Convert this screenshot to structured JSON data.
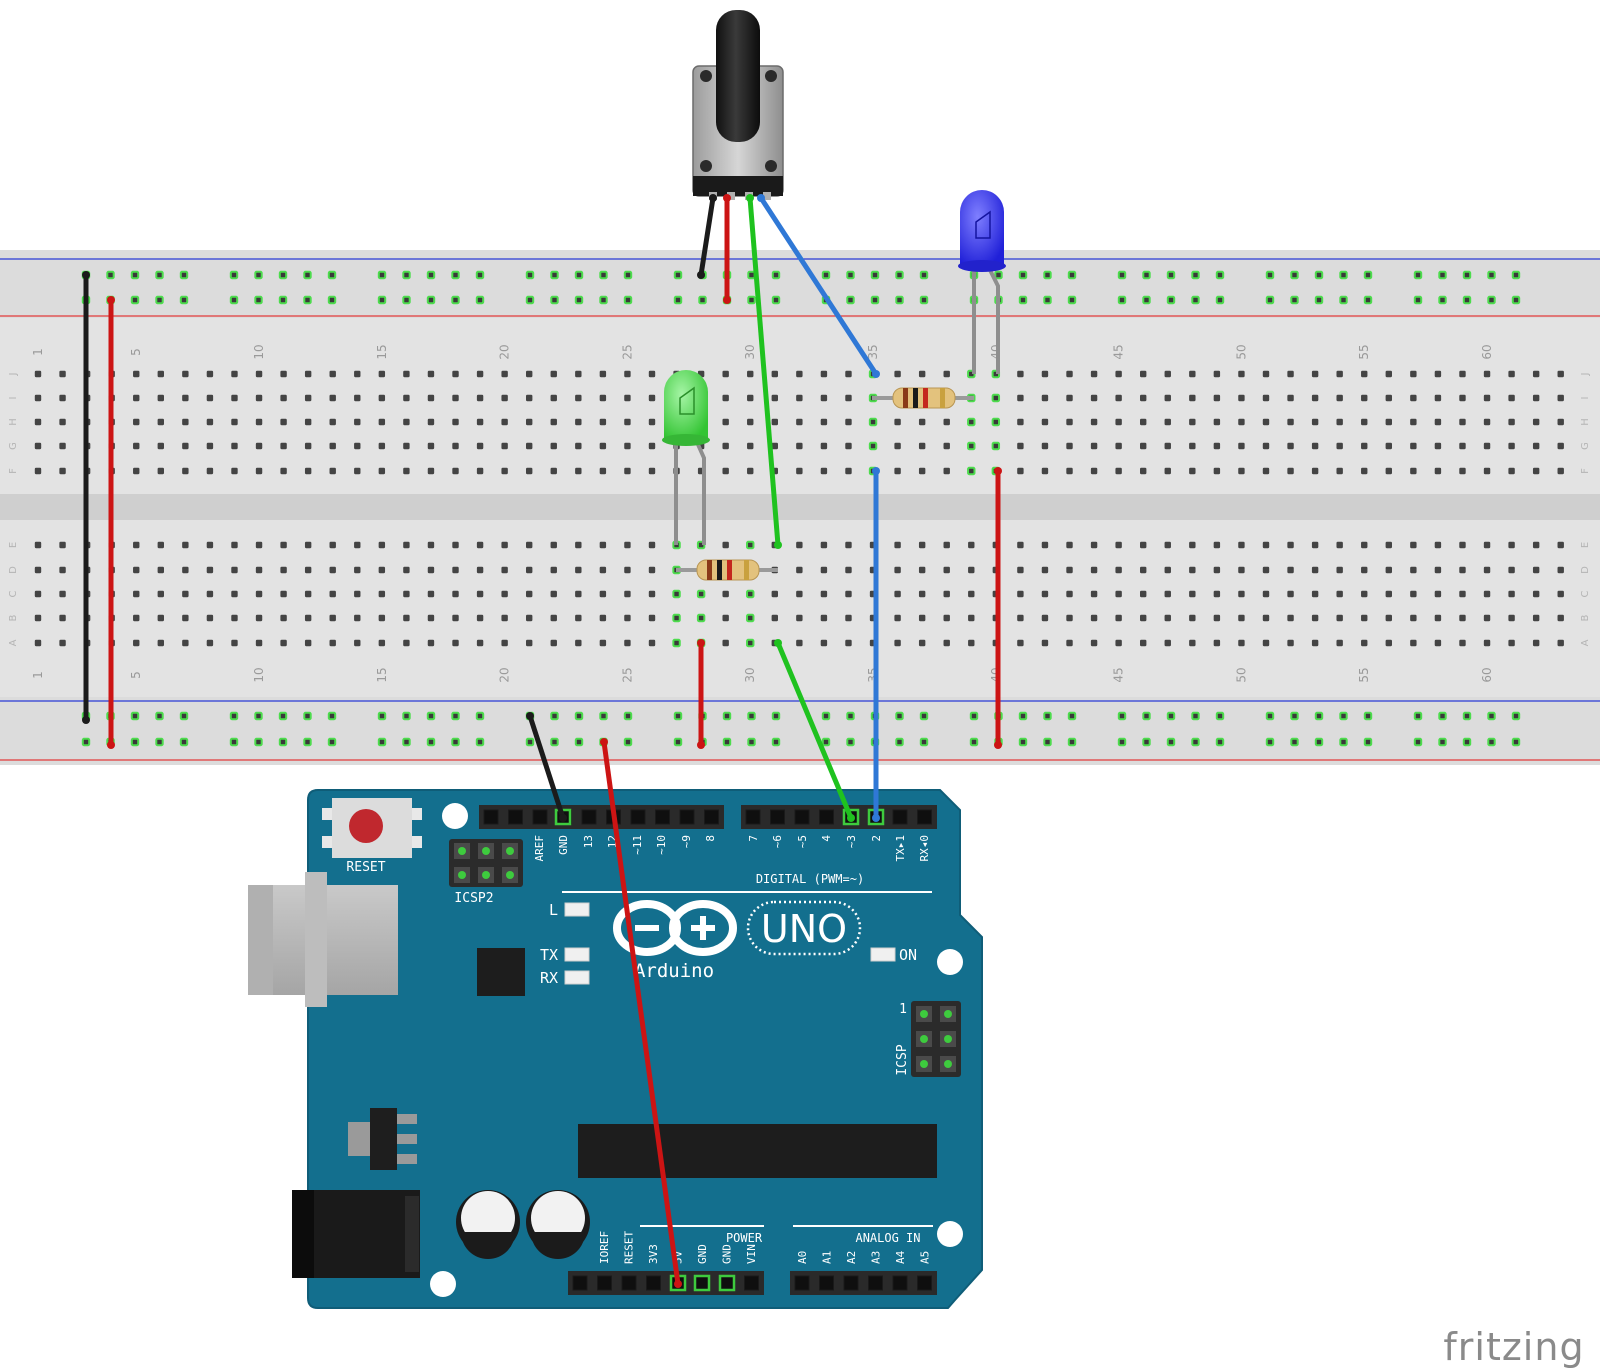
{
  "colors": {
    "board": "#136f8e",
    "board_edge": "#0d5872",
    "breadboard": "#d9d9d9",
    "breadboard_body": "#e6e6e6",
    "rail_blue": "#2a3ad6",
    "rail_red": "#e23b3b",
    "hole": "#4a4a4a",
    "hole_green": "#4ddc4d",
    "wire_black": "#1b1b1b",
    "wire_red": "#cc1414",
    "wire_green": "#1fc21f",
    "wire_blue": "#2f78d6",
    "led_green": "#48d648",
    "led_blue": "#2e2eea",
    "reset_button": "#c0282e"
  },
  "breadboard": {
    "column_numbers_top": [
      "1",
      "5",
      "10",
      "15",
      "20",
      "25",
      "30",
      "35",
      "40",
      "45",
      "50",
      "55",
      "60"
    ],
    "column_numbers_bottom": [
      "1",
      "5",
      "10",
      "15",
      "20",
      "25",
      "30",
      "35",
      "40",
      "45",
      "50",
      "55",
      "60"
    ],
    "rows_upper": [
      "J",
      "I",
      "H",
      "G",
      "F"
    ],
    "rows_lower": [
      "E",
      "D",
      "C",
      "B",
      "A"
    ]
  },
  "arduino": {
    "reset_label": "RESET",
    "icsp2_label": "ICSP2",
    "icsp_label": "ICSP",
    "icsp_pin1": "1",
    "digital_label": "DIGITAL (PWM=~)",
    "digital_pins": [
      "AREF",
      "GND",
      "13",
      "12",
      "~11",
      "~10",
      "~9",
      "8",
      "7",
      "~6",
      "~5",
      "4",
      "~3",
      "2",
      "TX▸1",
      "RX◂0"
    ],
    "led_l": "L",
    "led_tx": "TX",
    "led_rx": "RX",
    "led_on": "ON",
    "logo_text": "Arduino",
    "model": "UNO",
    "power_label": "POWER",
    "power_pins": [
      "IOREF",
      "RESET",
      "3V3",
      "5V",
      "GND",
      "GND",
      "VIN"
    ],
    "analog_label": "ANALOG IN",
    "analog_pins": [
      "A0",
      "A1",
      "A2",
      "A3",
      "A4",
      "A5"
    ]
  },
  "watermark": "fritzing"
}
